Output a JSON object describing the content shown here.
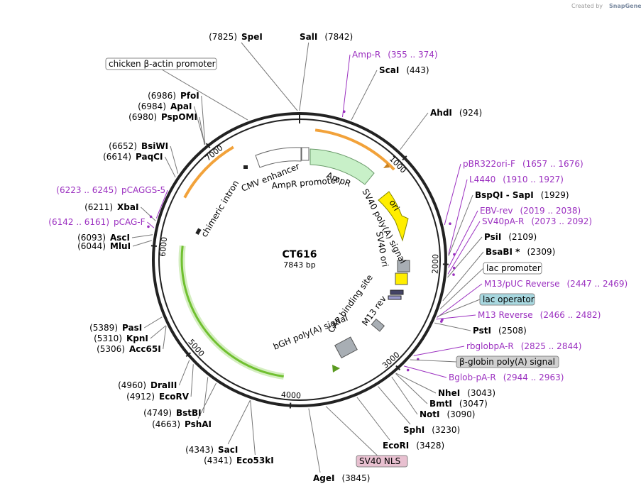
{
  "credit": {
    "prefix": "Created by",
    "brand": "SnapGene"
  },
  "plasmid": {
    "name": "CT616",
    "length_label": "7843 bp",
    "length": 7843
  },
  "ticks": [
    {
      "pos": 1000,
      "label": "1000"
    },
    {
      "pos": 2000,
      "label": "2000"
    },
    {
      "pos": 3000,
      "label": "3000"
    },
    {
      "pos": 4000,
      "label": "4000"
    },
    {
      "pos": 5000,
      "label": "5000"
    },
    {
      "pos": 6000,
      "label": "6000"
    },
    {
      "pos": 7000,
      "label": "7000"
    }
  ],
  "enzymes": [
    {
      "name": "SpeI",
      "pos": "(7825)",
      "site": 7825,
      "order": "pos-first"
    },
    {
      "name": "SalI",
      "pos": "(7842)",
      "site": 7842,
      "order": "name-first"
    },
    {
      "name": "ScaI",
      "pos": "(443)",
      "site": 443,
      "order": "name-first"
    },
    {
      "name": "AhdI",
      "pos": "(924)",
      "site": 924,
      "order": "name-first"
    },
    {
      "name": "BspQI - SapI",
      "pos": "(1929)",
      "site": 1929,
      "order": "name-first"
    },
    {
      "name": "PsiI",
      "pos": "(2109)",
      "site": 2109,
      "order": "name-first"
    },
    {
      "name": "BsaBI *",
      "pos": "(2309)",
      "site": 2309,
      "order": "name-first"
    },
    {
      "name": "PstI",
      "pos": "(2508)",
      "site": 2508,
      "order": "name-first"
    },
    {
      "name": "NheI",
      "pos": "(3043)",
      "site": 3043,
      "order": "name-first"
    },
    {
      "name": "BmtI",
      "pos": "(3047)",
      "site": 3047,
      "order": "name-first"
    },
    {
      "name": "NotI",
      "pos": "(3090)",
      "site": 3090,
      "order": "name-first"
    },
    {
      "name": "SphI",
      "pos": "(3230)",
      "site": 3230,
      "order": "name-first"
    },
    {
      "name": "EcoRI",
      "pos": "(3428)",
      "site": 3428,
      "order": "name-first"
    },
    {
      "name": "AgeI",
      "pos": "(3845)",
      "site": 3845,
      "order": "name-first"
    },
    {
      "name": "SacI",
      "pos": "(4343)",
      "site": 4343,
      "order": "pos-first"
    },
    {
      "name": "Eco53kI",
      "pos": "(4341)",
      "site": 4341,
      "order": "pos-first"
    },
    {
      "name": "PshAI",
      "pos": "(4663)",
      "site": 4663,
      "order": "pos-first"
    },
    {
      "name": "BstBI",
      "pos": "(4749)",
      "site": 4749,
      "order": "pos-first"
    },
    {
      "name": "EcoRV",
      "pos": "(4912)",
      "site": 4912,
      "order": "pos-first"
    },
    {
      "name": "DraIII",
      "pos": "(4960)",
      "site": 4960,
      "order": "pos-first"
    },
    {
      "name": "Acc65I",
      "pos": "(5306)",
      "site": 5306,
      "order": "pos-first"
    },
    {
      "name": "KpnI",
      "pos": "(5310)",
      "site": 5310,
      "order": "pos-first"
    },
    {
      "name": "PasI",
      "pos": "(5389)",
      "site": 5389,
      "order": "pos-first"
    },
    {
      "name": "MluI",
      "pos": "(6044)",
      "site": 6044,
      "order": "pos-first"
    },
    {
      "name": "AscI",
      "pos": "(6093)",
      "site": 6093,
      "order": "pos-first"
    },
    {
      "name": "XbaI",
      "pos": "(6211)",
      "site": 6211,
      "order": "pos-first"
    },
    {
      "name": "PaqCI",
      "pos": "(6614)",
      "site": 6614,
      "order": "pos-first"
    },
    {
      "name": "BsiWI",
      "pos": "(6652)",
      "site": 6652,
      "order": "pos-first"
    },
    {
      "name": "PspOMI",
      "pos": "(6980)",
      "site": 6980,
      "order": "pos-first"
    },
    {
      "name": "ApaI",
      "pos": "(6984)",
      "site": 6984,
      "order": "pos-first"
    },
    {
      "name": "PfoI",
      "pos": "(6986)",
      "site": 6986,
      "order": "pos-first"
    }
  ],
  "primers": [
    {
      "name": "Amp-R",
      "pos": "(355 .. 374)",
      "site": 365,
      "order": "name-first"
    },
    {
      "name": "pBR322ori-F",
      "pos": "(1657 .. 1676)",
      "site": 1667,
      "order": "name-first"
    },
    {
      "name": "L4440",
      "pos": "(1910 .. 1927)",
      "site": 1918,
      "order": "name-first"
    },
    {
      "name": "EBV-rev",
      "pos": "(2019 .. 2038)",
      "site": 2028,
      "order": "name-first"
    },
    {
      "name": "SV40pA-R",
      "pos": "(2073 .. 2092)",
      "site": 2082,
      "order": "name-first"
    },
    {
      "name": "M13/pUC Reverse",
      "pos": "(2447 .. 2469)",
      "site": 2458,
      "order": "name-first"
    },
    {
      "name": "M13 Reverse",
      "pos": "(2466 .. 2482)",
      "site": 2474,
      "order": "name-first"
    },
    {
      "name": "rbglobpA-R",
      "pos": "(2825 .. 2844)",
      "site": 2834,
      "order": "name-first"
    },
    {
      "name": "Bglob-pA-R",
      "pos": "(2944 .. 2963)",
      "site": 2953,
      "order": "name-first"
    },
    {
      "name": "pCAGGS-5",
      "pos": "(6223 .. 6245)",
      "site": 6234,
      "order": "pos-first"
    },
    {
      "name": "pCAG-F",
      "pos": "(6142 .. 6161)",
      "site": 6151,
      "order": "pos-first"
    }
  ],
  "boxed_features": [
    {
      "label": "chicken β-actin promoter",
      "fill": "#ffffff"
    },
    {
      "label": "lac promoter",
      "fill": "#ffffff"
    },
    {
      "label": "lac operator",
      "fill": "#a8d8e0"
    },
    {
      "label": "β-globin poly(A) signal",
      "fill": "#d0d0d0"
    },
    {
      "label": "SV40 NLS",
      "fill": "#e8c0d0"
    }
  ],
  "inner_labels": {
    "chimeric_intron": "chimeric intron",
    "cmv_enhancer": "CMV enhancer",
    "ampr_promoter": "AmpR promoter",
    "ampr": "AmpR",
    "ori": "ori",
    "sv40_polya": "SV40 poly(A) signal",
    "sv40_ori": "SV40 ori",
    "m13_rev": "M13 rev",
    "cap_site": "CAP binding site",
    "bgh_polya": "bGH poly(A) signal"
  },
  "colors": {
    "backbone": "#222222",
    "primer": "#9b30c0",
    "orange": "#f2a23a",
    "green": "#70c030",
    "ampr": "#c8f0c8",
    "ori": "#ffee00"
  }
}
